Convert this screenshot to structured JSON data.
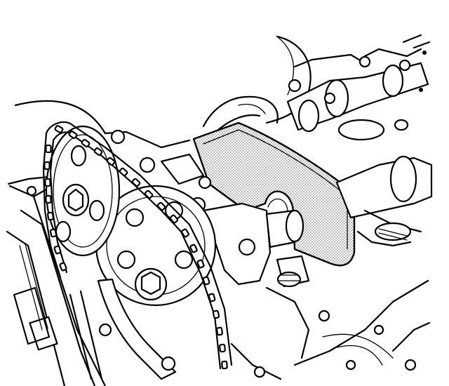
{
  "illustration": {
    "subject": "engine-timing-chain-camshaft-holding-tool",
    "style": "black-and-white-technical-line-art",
    "colors": {
      "ink": "#000000",
      "paper": "#ffffff",
      "tool_stipple": "#8a8a8a"
    },
    "sprocket_count": 2,
    "camshaft_count": 2
  }
}
